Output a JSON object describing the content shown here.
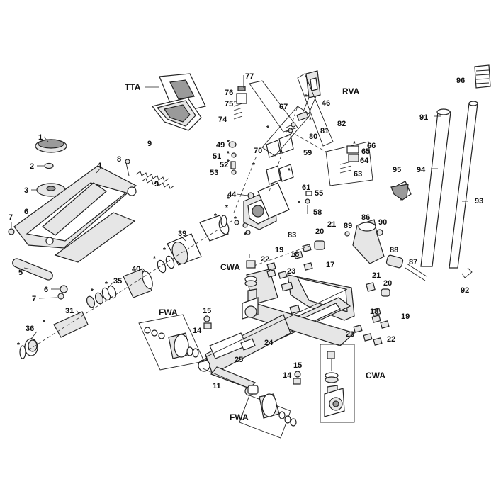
{
  "assemblies": {
    "tta": "TTA",
    "rva": "RVA",
    "cwa_left": "CWA",
    "cwa_right": "CWA",
    "fwa_upper": "FWA",
    "fwa_lower": "FWA"
  },
  "part_numbers": {
    "p1": "1",
    "p2": "2",
    "p3": "3",
    "p4": "4",
    "p5": "5",
    "p6a": "6",
    "p6b": "6",
    "p7a": "7",
    "p7b": "7",
    "p8": "8",
    "p9a": "9",
    "p9b": "9",
    "p11": "11",
    "p14a": "14",
    "p14b": "14",
    "p15a": "15",
    "p15b": "15",
    "p17": "17",
    "p18a": "18",
    "p18b": "18",
    "p19a": "19",
    "p19b": "19",
    "p20a": "20",
    "p20b": "20",
    "p21a": "21",
    "p21b": "21",
    "p22a": "22",
    "p22b": "22",
    "p23a": "23",
    "p23b": "23",
    "p24": "24",
    "p25": "25",
    "p31": "31",
    "p35": "35",
    "p36": "36",
    "p39": "39",
    "p40": "40",
    "p44": "44",
    "p46": "46",
    "p49": "49",
    "p51": "51",
    "p52": "52",
    "p53": "53",
    "p55": "55",
    "p58": "58",
    "p59": "59",
    "p61": "61",
    "p63": "63",
    "p64": "64",
    "p65": "65",
    "p66": "66",
    "p67": "67",
    "p70": "70",
    "p74": "74",
    "p75": "75",
    "p76": "76",
    "p77": "77",
    "p80": "80",
    "p81": "81",
    "p82": "82",
    "p83": "83",
    "p86": "86",
    "p87": "87",
    "p88": "88",
    "p89": "89",
    "p90": "90",
    "p91": "91",
    "p92": "92",
    "p93": "93",
    "p94": "94",
    "p95": "95",
    "p96": "96"
  },
  "seal_marker": "*"
}
